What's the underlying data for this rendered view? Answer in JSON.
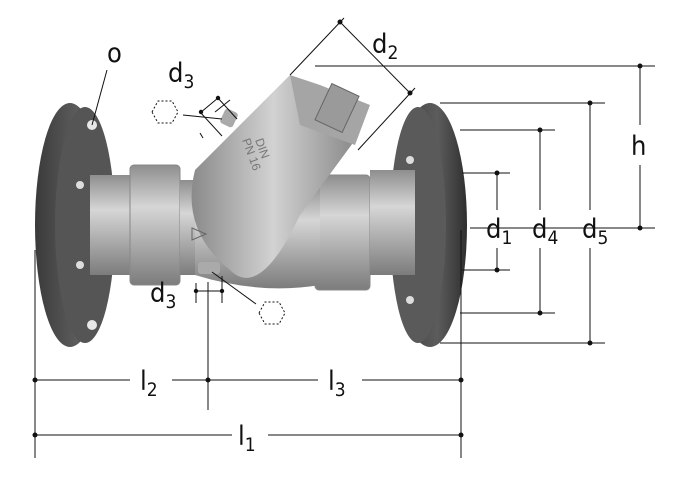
{
  "title": "Y-strainer flanged dimension drawing",
  "body_markings": {
    "line1": "DIN",
    "line2": "PN 16"
  },
  "labels": {
    "o": "o",
    "d1": {
      "base": "d",
      "sub": "1"
    },
    "d2": {
      "base": "d",
      "sub": "2"
    },
    "d3_top": {
      "base": "d",
      "sub": "3"
    },
    "d3_bottom": {
      "base": "d",
      "sub": "3"
    },
    "d4": {
      "base": "d",
      "sub": "4"
    },
    "d5": {
      "base": "d",
      "sub": "5"
    },
    "h": "h",
    "l1": {
      "base": "l",
      "sub": "1"
    },
    "l2": {
      "base": "l",
      "sub": "2"
    },
    "l3": {
      "base": "l",
      "sub": "3"
    }
  },
  "colors": {
    "flange": "#4a4a4a",
    "body": "#b9b9b9",
    "lines": "#111111"
  }
}
